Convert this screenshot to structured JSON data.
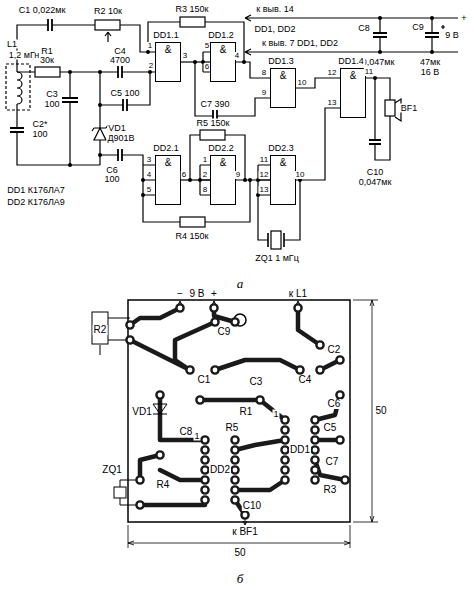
{
  "diagram": {
    "nodes": [
      {
        "text": [
          "&"
        ]
      },
      {
        "text": [
          "&"
        ]
      },
      {
        "text": [
          "&"
        ]
      },
      {
        "text": [
          "&"
        ]
      },
      {
        "text": [
          "&"
        ]
      },
      {
        "text": [
          "&"
        ]
      },
      {
        "text": [
          "&"
        ]
      }
    ],
    "edges": [
      {
        "from": 0,
        "to": 1,
        "arrow": "none"
      },
      {
        "from": 1,
        "to": 2,
        "arrow": "none"
      },
      {
        "from": 2,
        "to": 3,
        "arrow": "none"
      },
      {
        "from": 4,
        "to": 5,
        "arrow": "none"
      },
      {
        "from": 5,
        "to": 6,
        "arrow": "none"
      },
      {
        "from": 6,
        "to": 3,
        "arrow": "none"
      }
    ],
    "labels": [
      "C1 0,022мк",
      "R2 10к",
      "R3 150к",
      "к выв. 14",
      "DD1, DD2",
      "к выв. 7 DD1, DD2",
      "+",
      "C8",
      "0,047мк",
      "C9",
      "47мк",
      "16 В",
      "9 В",
      "L1",
      "1,2 мГн",
      "R1",
      "30к",
      "C4",
      "4700",
      "C2*",
      "100",
      "C3",
      "100",
      "VD1",
      "Д901В",
      "C5 100",
      "C6",
      "100",
      "C7 390",
      "DD1.1",
      "DD1.2",
      "DD1.3",
      "DD1.4",
      "DD2.1",
      "DD2.2",
      "DD2.3",
      "1",
      "2",
      "3",
      "5",
      "6",
      "4",
      "8",
      "9",
      "10",
      "12",
      "13",
      "11",
      "BF1",
      "C10",
      "0,047мк",
      "3",
      "4",
      "5",
      "6",
      "1",
      "2",
      "8",
      "9",
      "11",
      "12",
      "13",
      "10",
      "R5 150к",
      "R4 150к",
      "ZQ1 1 мГц",
      "DD1 К176ЛА7",
      "DD2 К176ЛА9",
      "а",
      "R2",
      "−",
      "9 В",
      "+",
      "к L1",
      "C9",
      "C2",
      "C1",
      "C3",
      "C4",
      "VD1",
      "R1",
      "C6",
      "C5",
      "C8",
      "R5",
      "DD1",
      "1",
      "R4",
      "DD2",
      "1",
      "C10",
      "C7",
      "R3",
      "ZQ1",
      "к BF1",
      "50",
      "50",
      "б"
    ]
  }
}
